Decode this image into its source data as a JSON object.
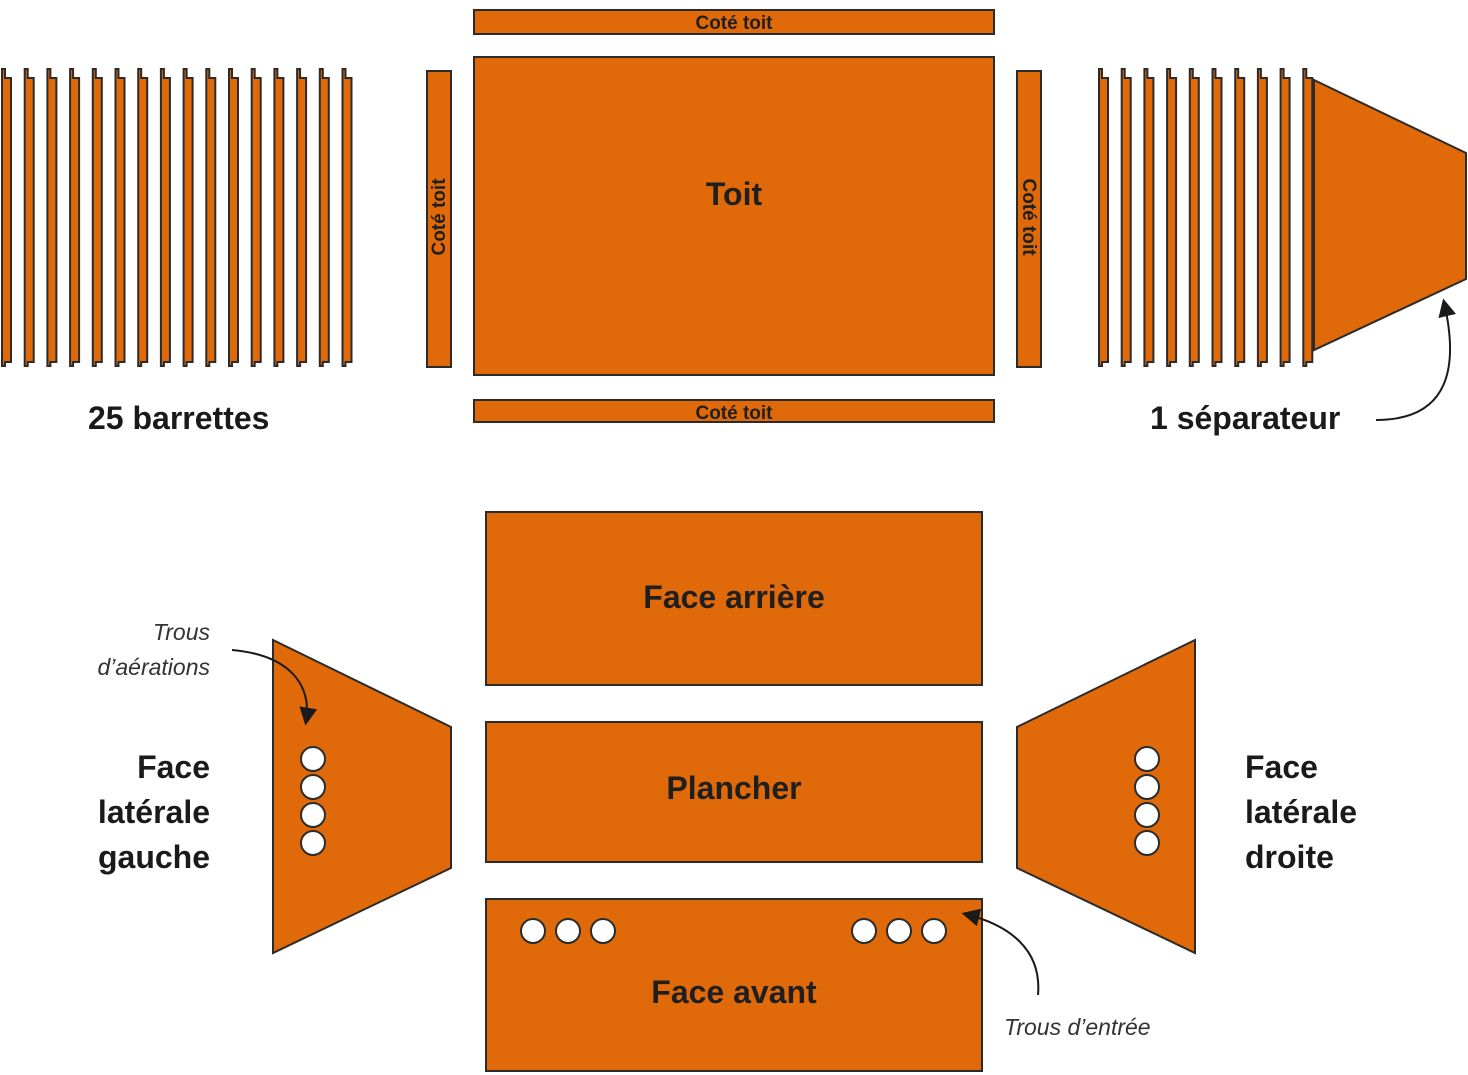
{
  "colors": {
    "panel": "#e06a0a",
    "outline": "#2b2b2b",
    "text": "#1a1a1a"
  },
  "roof": {
    "top_side": "Coté toit",
    "main": "Toit",
    "left_side": "Coté toit",
    "right_side": "Coté toit",
    "bottom_side": "Coté toit"
  },
  "slats_label": "25 barrettes",
  "separator_label": "1 séparateur",
  "body": {
    "back": "Face arrière",
    "floor": "Plancher",
    "front": "Face avant"
  },
  "side_left": {
    "line1": "Face",
    "line2": "latérale",
    "line3": "gauche"
  },
  "side_right": {
    "line1": "Face",
    "line2": "latérale",
    "line3": "droite"
  },
  "notes": {
    "vent_line1": "Trous",
    "vent_line2": "d’aérations",
    "entry": "Trous d’entrée"
  }
}
